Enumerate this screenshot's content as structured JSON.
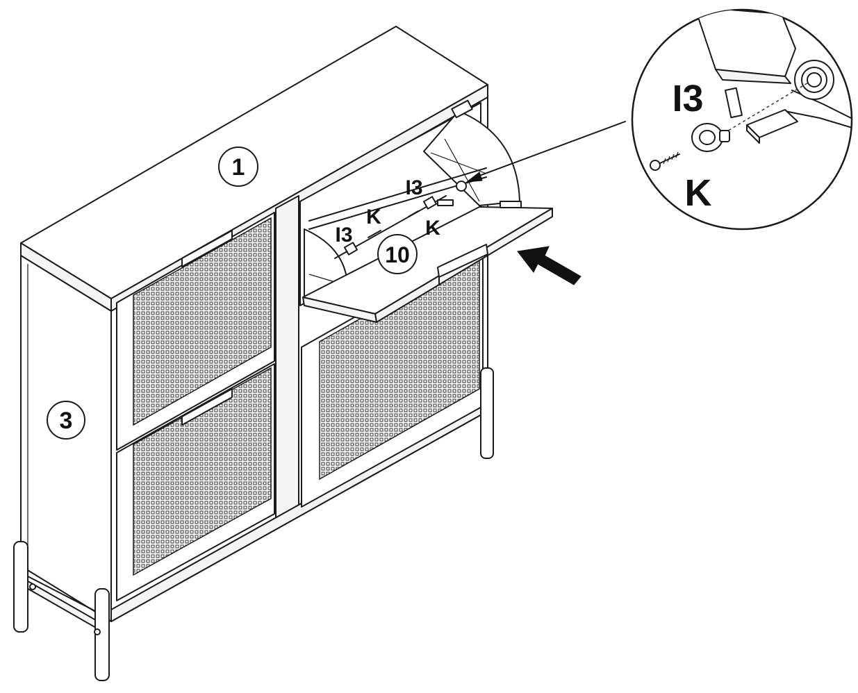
{
  "diagram": {
    "callouts": {
      "top_panel": "1",
      "side_panel": "3",
      "flap_door": "10"
    },
    "hardware_labels": {
      "left_fitting": "I3",
      "left_screw": "K",
      "right_fitting": "I3",
      "right_screw": "K"
    },
    "detail_view": {
      "fitting_label": "I3",
      "screw_label": "K"
    }
  }
}
